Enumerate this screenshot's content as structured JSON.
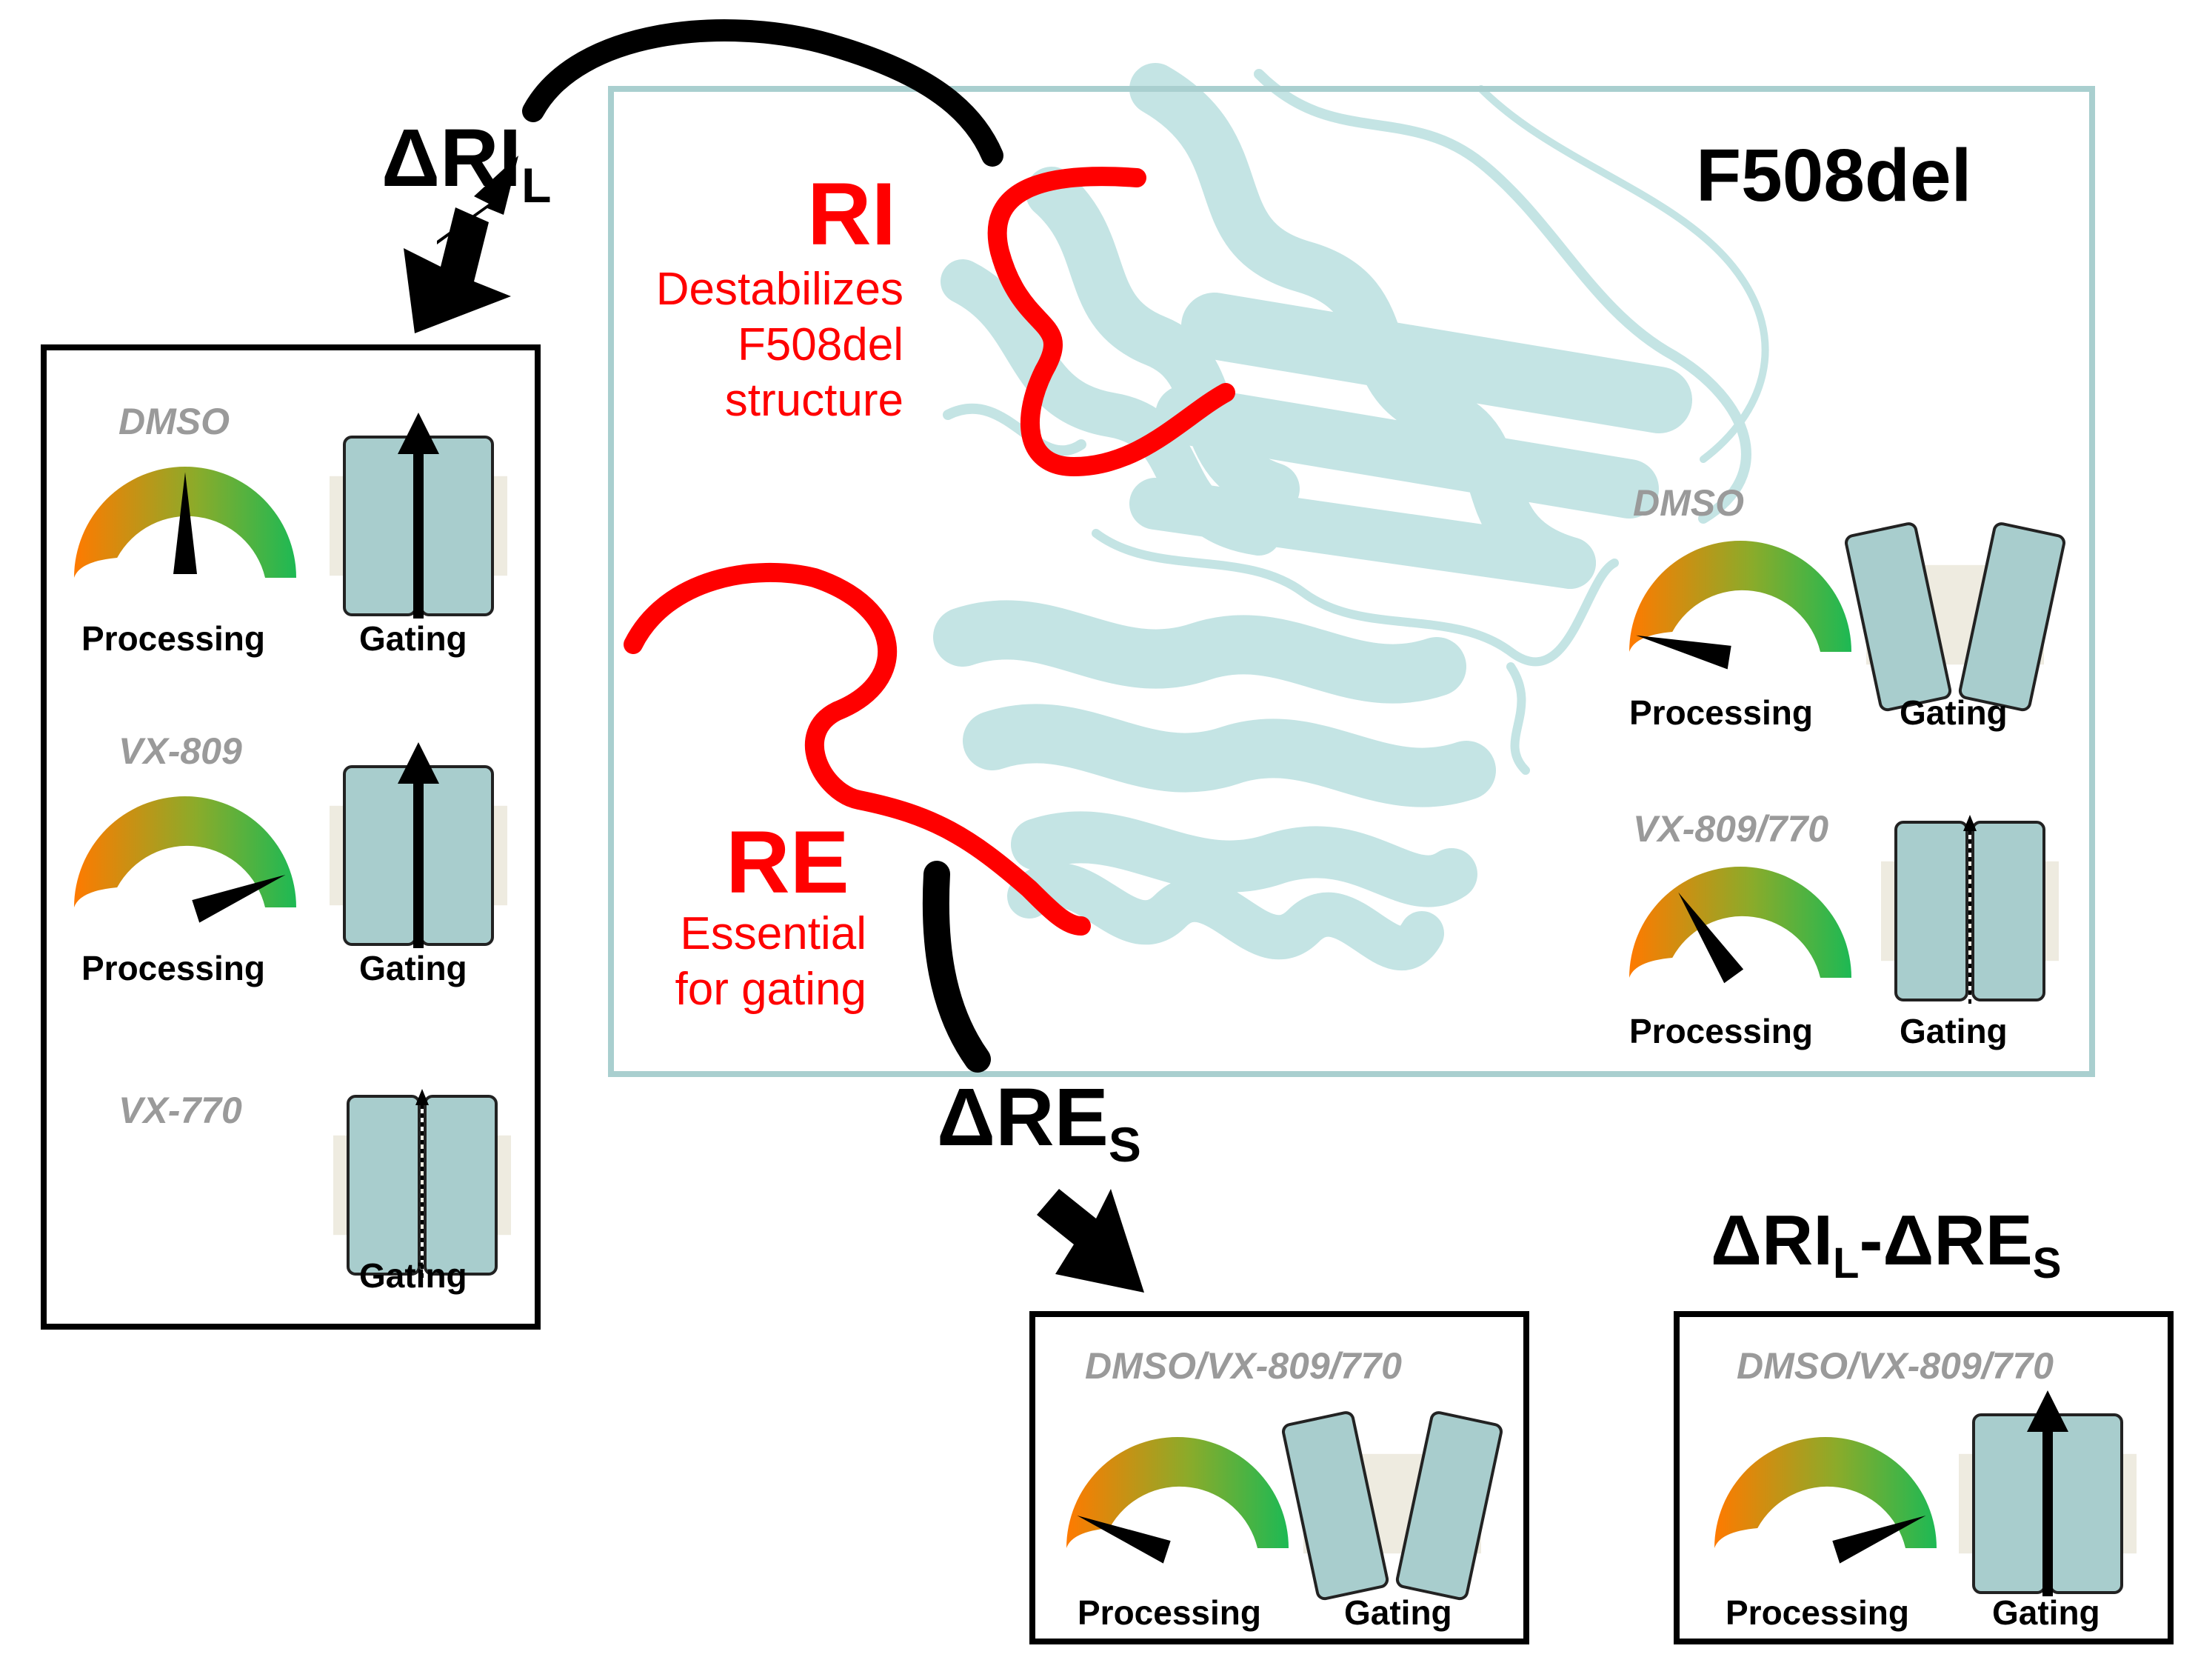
{
  "main_panel": {
    "title": "F508del",
    "ri_label": "RI",
    "ri_desc": [
      "Destabilizes",
      "F508del",
      "structure"
    ],
    "re_label": "RE",
    "re_desc": [
      "Essential",
      "for gating"
    ]
  },
  "deletions": {
    "ri_l": {
      "base": "ΔRI",
      "sub": "L"
    },
    "re_s": {
      "base": "ΔRE",
      "sub": "S"
    },
    "combo": {
      "a": "ΔRI",
      "a_sub": "L",
      "dash": "-",
      "b": "ΔRE",
      "b_sub": "S"
    }
  },
  "labels": {
    "processing": "Processing",
    "gating": "Gating"
  },
  "panels": {
    "f508del": [
      {
        "condition": "DMSO",
        "processing_level": 0.05,
        "gating": "closed"
      },
      {
        "condition": "VX-809/770",
        "processing_level": 0.3,
        "gating": "weak"
      }
    ],
    "ri_l": [
      {
        "condition": "DMSO",
        "processing_level": 0.5,
        "gating": "strong"
      },
      {
        "condition": "VX-809",
        "processing_level": 0.9,
        "gating": "strong"
      },
      {
        "condition": "VX-770",
        "processing_level": null,
        "gating": "weak"
      }
    ],
    "re_s": [
      {
        "condition": "DMSO/VX-809/770",
        "processing_level": 0.1,
        "gating": "closed"
      }
    ],
    "combo": [
      {
        "condition": "DMSO/VX-809/770",
        "processing_level": 0.9,
        "gating": "strong"
      }
    ]
  },
  "colors": {
    "red": "#ff0000",
    "protein": "#c4e4e4",
    "frame_teal": "#a9cfcf",
    "gauge_low": "#ff7a00",
    "gauge_high": "#1db954",
    "channel": "#a8cdcd",
    "membrane": "#eeebe0",
    "condition_gray": "#9a9a9a"
  }
}
